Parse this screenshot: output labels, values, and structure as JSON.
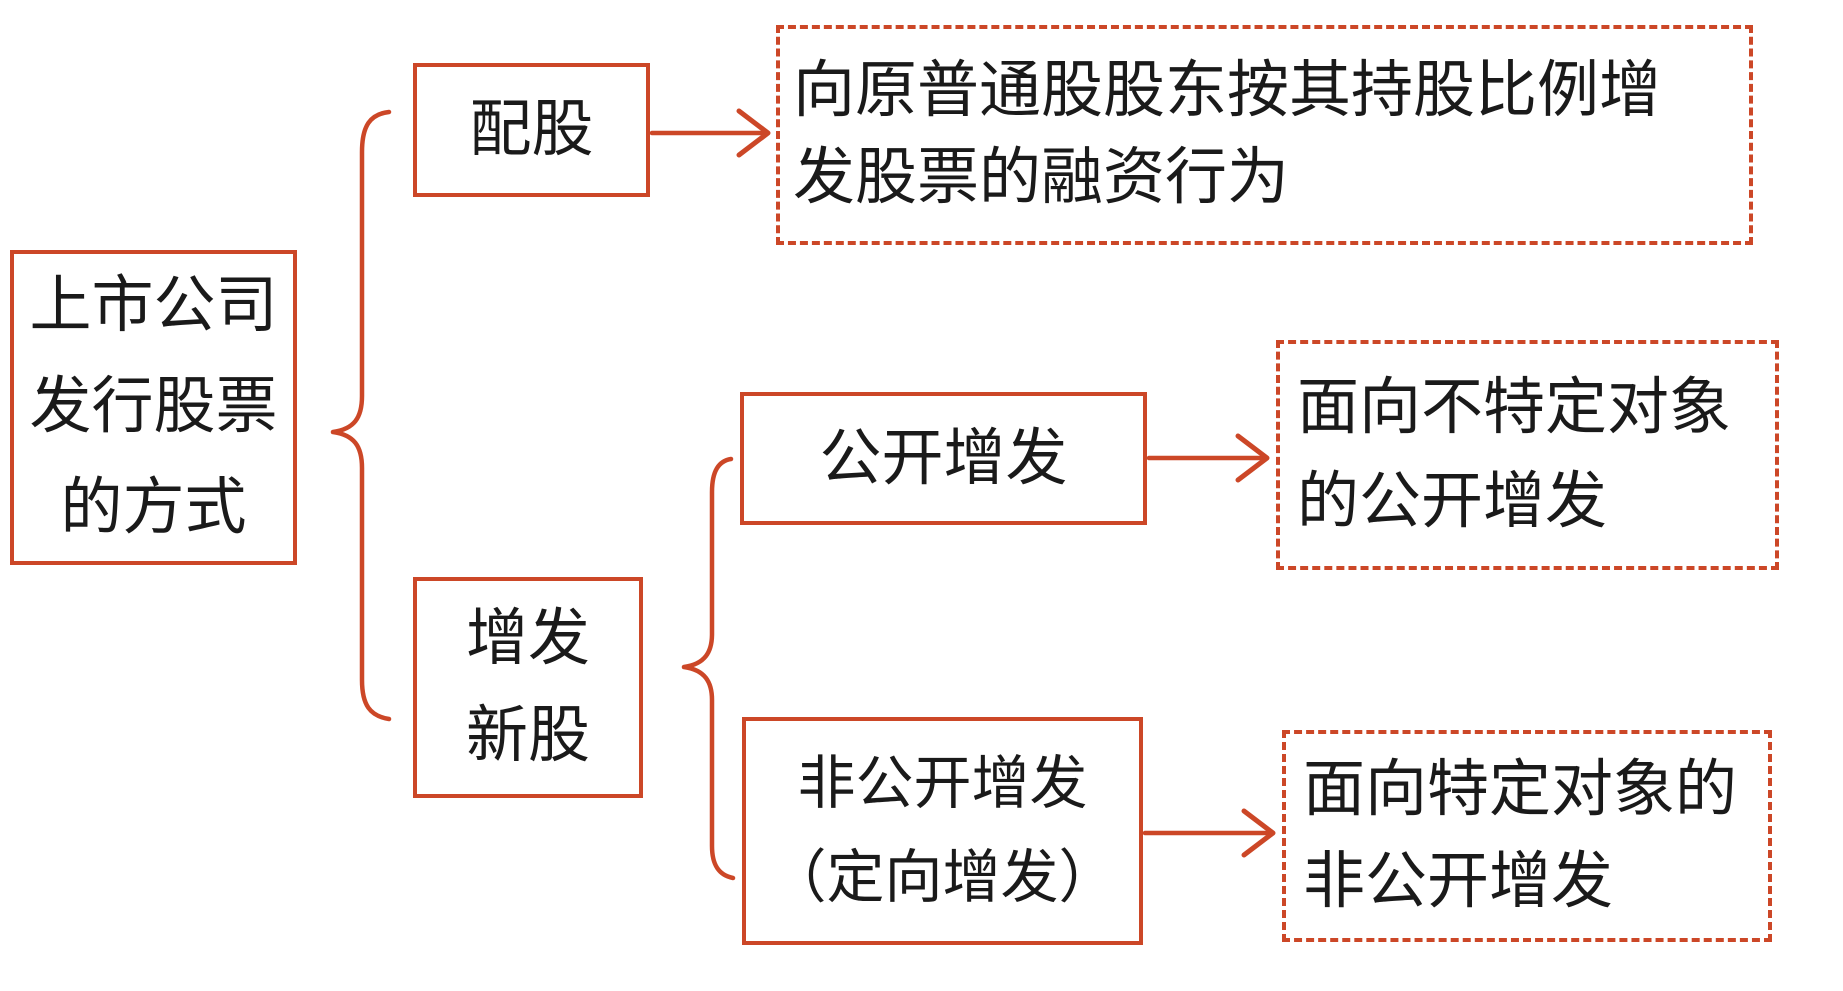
{
  "colors": {
    "accent": "#cc4727",
    "text": "#1a1a1a",
    "canvas": "#ffffff"
  },
  "nodes": {
    "root": {
      "label": "上市公司发行股票的方式",
      "lines": [
        "上市公司",
        "发行股票",
        "的方式"
      ]
    },
    "peigu": {
      "label": "配股"
    },
    "peigu_desc": {
      "label": "向原普通股股东按其持股比例增发股票的融资行为",
      "lines": [
        "向原普通股股东按其持股比例增",
        "发股票的融资行为"
      ]
    },
    "zengfa": {
      "label": "增发新股",
      "lines": [
        "增发",
        "新股"
      ]
    },
    "gongkai": {
      "label": "公开增发"
    },
    "gongkai_desc": {
      "label": "面向不特定对象的公开增发",
      "lines": [
        "面向不特定对象",
        "的公开增发"
      ]
    },
    "feigongkai": {
      "label": "非公开增发（定向增发）",
      "lines": [
        "非公开增发",
        "（定向增发）"
      ]
    },
    "feigongkai_desc": {
      "label": "面向特定对象的非公开增发",
      "lines": [
        "面向特定对象的",
        "非公开增发"
      ]
    }
  },
  "edges": [
    {
      "from": "root",
      "to": [
        "peigu",
        "zengfa"
      ],
      "type": "brace"
    },
    {
      "from": "zengfa",
      "to": [
        "gongkai",
        "feigongkai"
      ],
      "type": "brace"
    },
    {
      "from": "peigu",
      "to": [
        "peigu_desc"
      ],
      "type": "arrow"
    },
    {
      "from": "gongkai",
      "to": [
        "gongkai_desc"
      ],
      "type": "arrow"
    },
    {
      "from": "feigongkai",
      "to": [
        "feigongkai_desc"
      ],
      "type": "arrow"
    }
  ]
}
